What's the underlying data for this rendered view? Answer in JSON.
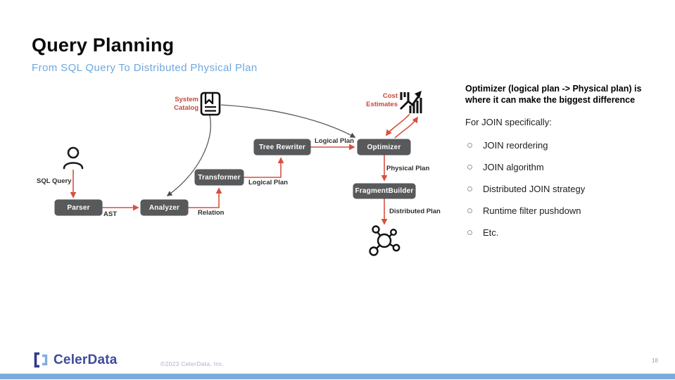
{
  "slide": {
    "title": "Query Planning",
    "subtitle": "From SQL Query To Distributed Physical Plan"
  },
  "diagram": {
    "nodes": {
      "parser": "Parser",
      "analyzer": "Analyzer",
      "transformer": "Transformer",
      "tree_rewriter": "Tree Rewriter",
      "optimizer": "Optimizer",
      "fragment_builder": "FragmentBuilder"
    },
    "labels": {
      "sql_query": "SQL Query",
      "ast": "AST",
      "relation": "Relation",
      "logical_plan_a": "Logical Plan",
      "logical_plan_b": "Logical Plan",
      "physical_plan": "Physical Plan",
      "distributed_plan": "Distributed Plan"
    },
    "annotations": {
      "system_catalog_line1": "System",
      "system_catalog_line2": "Catalog",
      "cost_estimates_line1": "Cost",
      "cost_estimates_line2": "Estimates"
    },
    "icons": [
      "user-icon",
      "book-icon",
      "chart-icon",
      "cluster-icon"
    ]
  },
  "panel": {
    "heading_line1": "Optimizer (logical plan -> Physical plan) is",
    "heading_line2": "where it can make the biggest difference",
    "intro": "For JOIN specifically:",
    "bullets": [
      "JOIN reordering",
      "JOIN algorithm",
      "Distributed JOIN strategy",
      "Runtime filter pushdown",
      "Etc."
    ]
  },
  "footer": {
    "logo_text": "CelerData",
    "copyright": "©2023 CelerData, Inc.",
    "page_number": "18"
  },
  "colors": {
    "accent_red": "#C7473B",
    "arrow_red": "#D9503F",
    "node_gray": "#58595B",
    "subtitle_blue": "#6FA8DC",
    "footer_bar_blue": "#7AABDC",
    "logo_navy": "#3D4A9B",
    "logo_light_blue": "#7FAEE0"
  }
}
